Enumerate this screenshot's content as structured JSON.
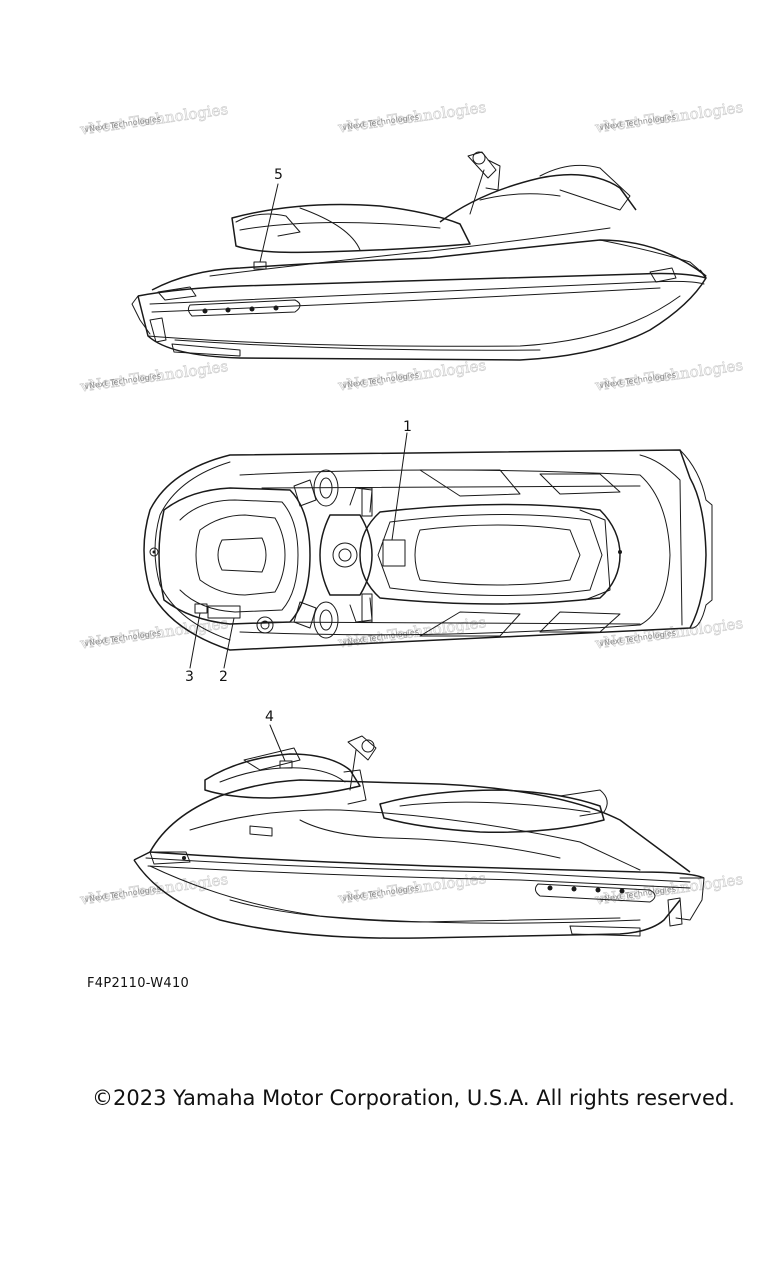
{
  "callouts": [
    "1",
    "2",
    "3",
    "4",
    "5"
  ],
  "watermark": "vNext Technologies",
  "figure_code": "F4P2110-W410",
  "copyright": "©2023 Yamaha Motor Corporation, U.S.A. All rights reserved."
}
